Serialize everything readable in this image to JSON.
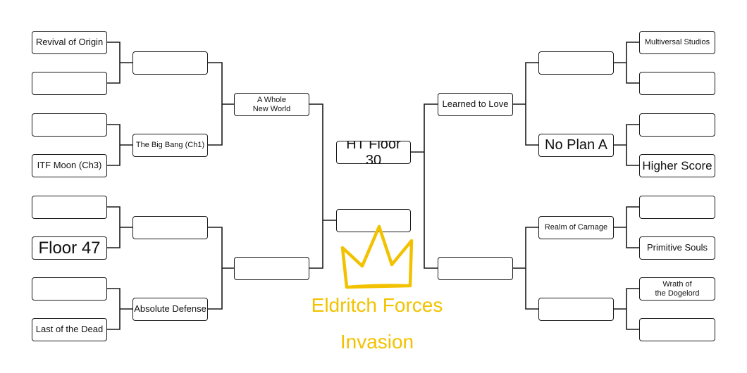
{
  "bracket": {
    "left": {
      "round1": [
        "Revival of Origin",
        "",
        "",
        "ITF Moon (Ch3)",
        "",
        "Floor 47",
        "",
        "Last of the Dead"
      ],
      "round2": [
        "",
        "The Big Bang (Ch1)",
        "",
        "Absolute Defense"
      ],
      "round3": [
        "A Whole\nNew World",
        ""
      ],
      "semifinal": "",
      "final": "HT Floor 30"
    },
    "right": {
      "round1": [
        "Multiversal Studios",
        "",
        "",
        "Higher Score",
        "",
        "Primitive Souls",
        "Wrath of\nthe Dogelord",
        ""
      ],
      "round2": [
        "",
        "No Plan A",
        "Realm of Carnage",
        ""
      ],
      "round3": [
        "Learned to Love",
        ""
      ]
    }
  },
  "champion": {
    "line1": "Eldritch Forces",
    "line2": "Invasion",
    "color": "#f2c200",
    "icon": "crown-icon"
  }
}
